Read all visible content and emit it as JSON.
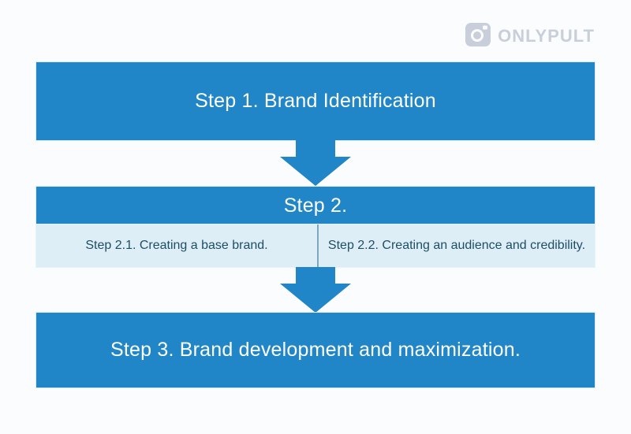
{
  "logo": {
    "brand": "ONLYPULT",
    "icon": "camera-icon"
  },
  "diagram": {
    "connector_icon": "down-arrow-icon",
    "step1": {
      "label": "Step 1. Brand Identification"
    },
    "step2": {
      "label": "Step 2.",
      "substeps": [
        {
          "label": "Step 2.1. Creating a base brand."
        },
        {
          "label": "Step 2.2. Creating an audience and credibility."
        }
      ]
    },
    "step3": {
      "label": "Step 3. Brand development and maximization."
    }
  },
  "colors": {
    "page_bg": "#fbfcfd",
    "banner_blue": "#2186c7",
    "banner_text": "#ffffff",
    "subrow_bg": "#ddeef7",
    "subrow_text": "#1f4e64",
    "divider": "#7ea6bd",
    "logo_gray": "#c8cfda"
  }
}
